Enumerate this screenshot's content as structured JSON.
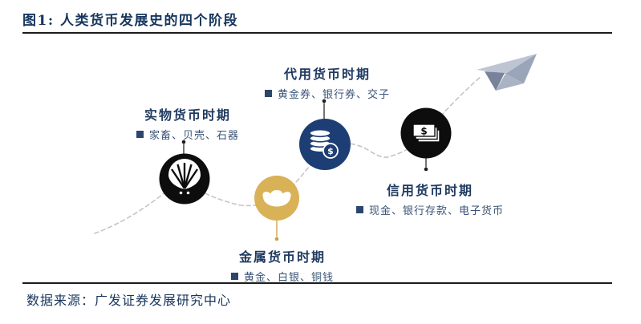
{
  "figure": {
    "title": "图1: 人类货币发展史的四个阶段",
    "source": "数据来源：广发证券发展研究中心"
  },
  "stages": [
    {
      "id": "physical",
      "title": "实物货币时期",
      "items": "家畜、贝壳、石器",
      "icon": "shell-icon",
      "circle_color": "#0d0d0d"
    },
    {
      "id": "metal",
      "title": "金属货币时期",
      "items": "黄金、白银、铜钱",
      "icon": "gold-ingot-icon",
      "circle_color": "#d9b156"
    },
    {
      "id": "representative",
      "title": "代用货币时期",
      "items": "黄金券、银行券、交子",
      "icon": "coin-stack-icon",
      "circle_color": "#1d3e74"
    },
    {
      "id": "credit",
      "title": "信用货币时期",
      "items": "现金、银行存款、电子货币",
      "icon": "banknotes-icon",
      "circle_color": "#0d0d0d"
    }
  ],
  "icons": {
    "currency_symbol": "$"
  },
  "colors": {
    "heading_navy": "#1f3a60",
    "item_navy": "#3a5377",
    "title_navy": "#17365d",
    "gold": "#d9b156",
    "circle_blue": "#1d3e74",
    "circle_black": "#0d0d0d",
    "dash_gray": "#c5c5c5",
    "plane_light": "#bdc5d3",
    "plane_mid": "#9aa5b9",
    "plane_dark": "#78839b"
  }
}
